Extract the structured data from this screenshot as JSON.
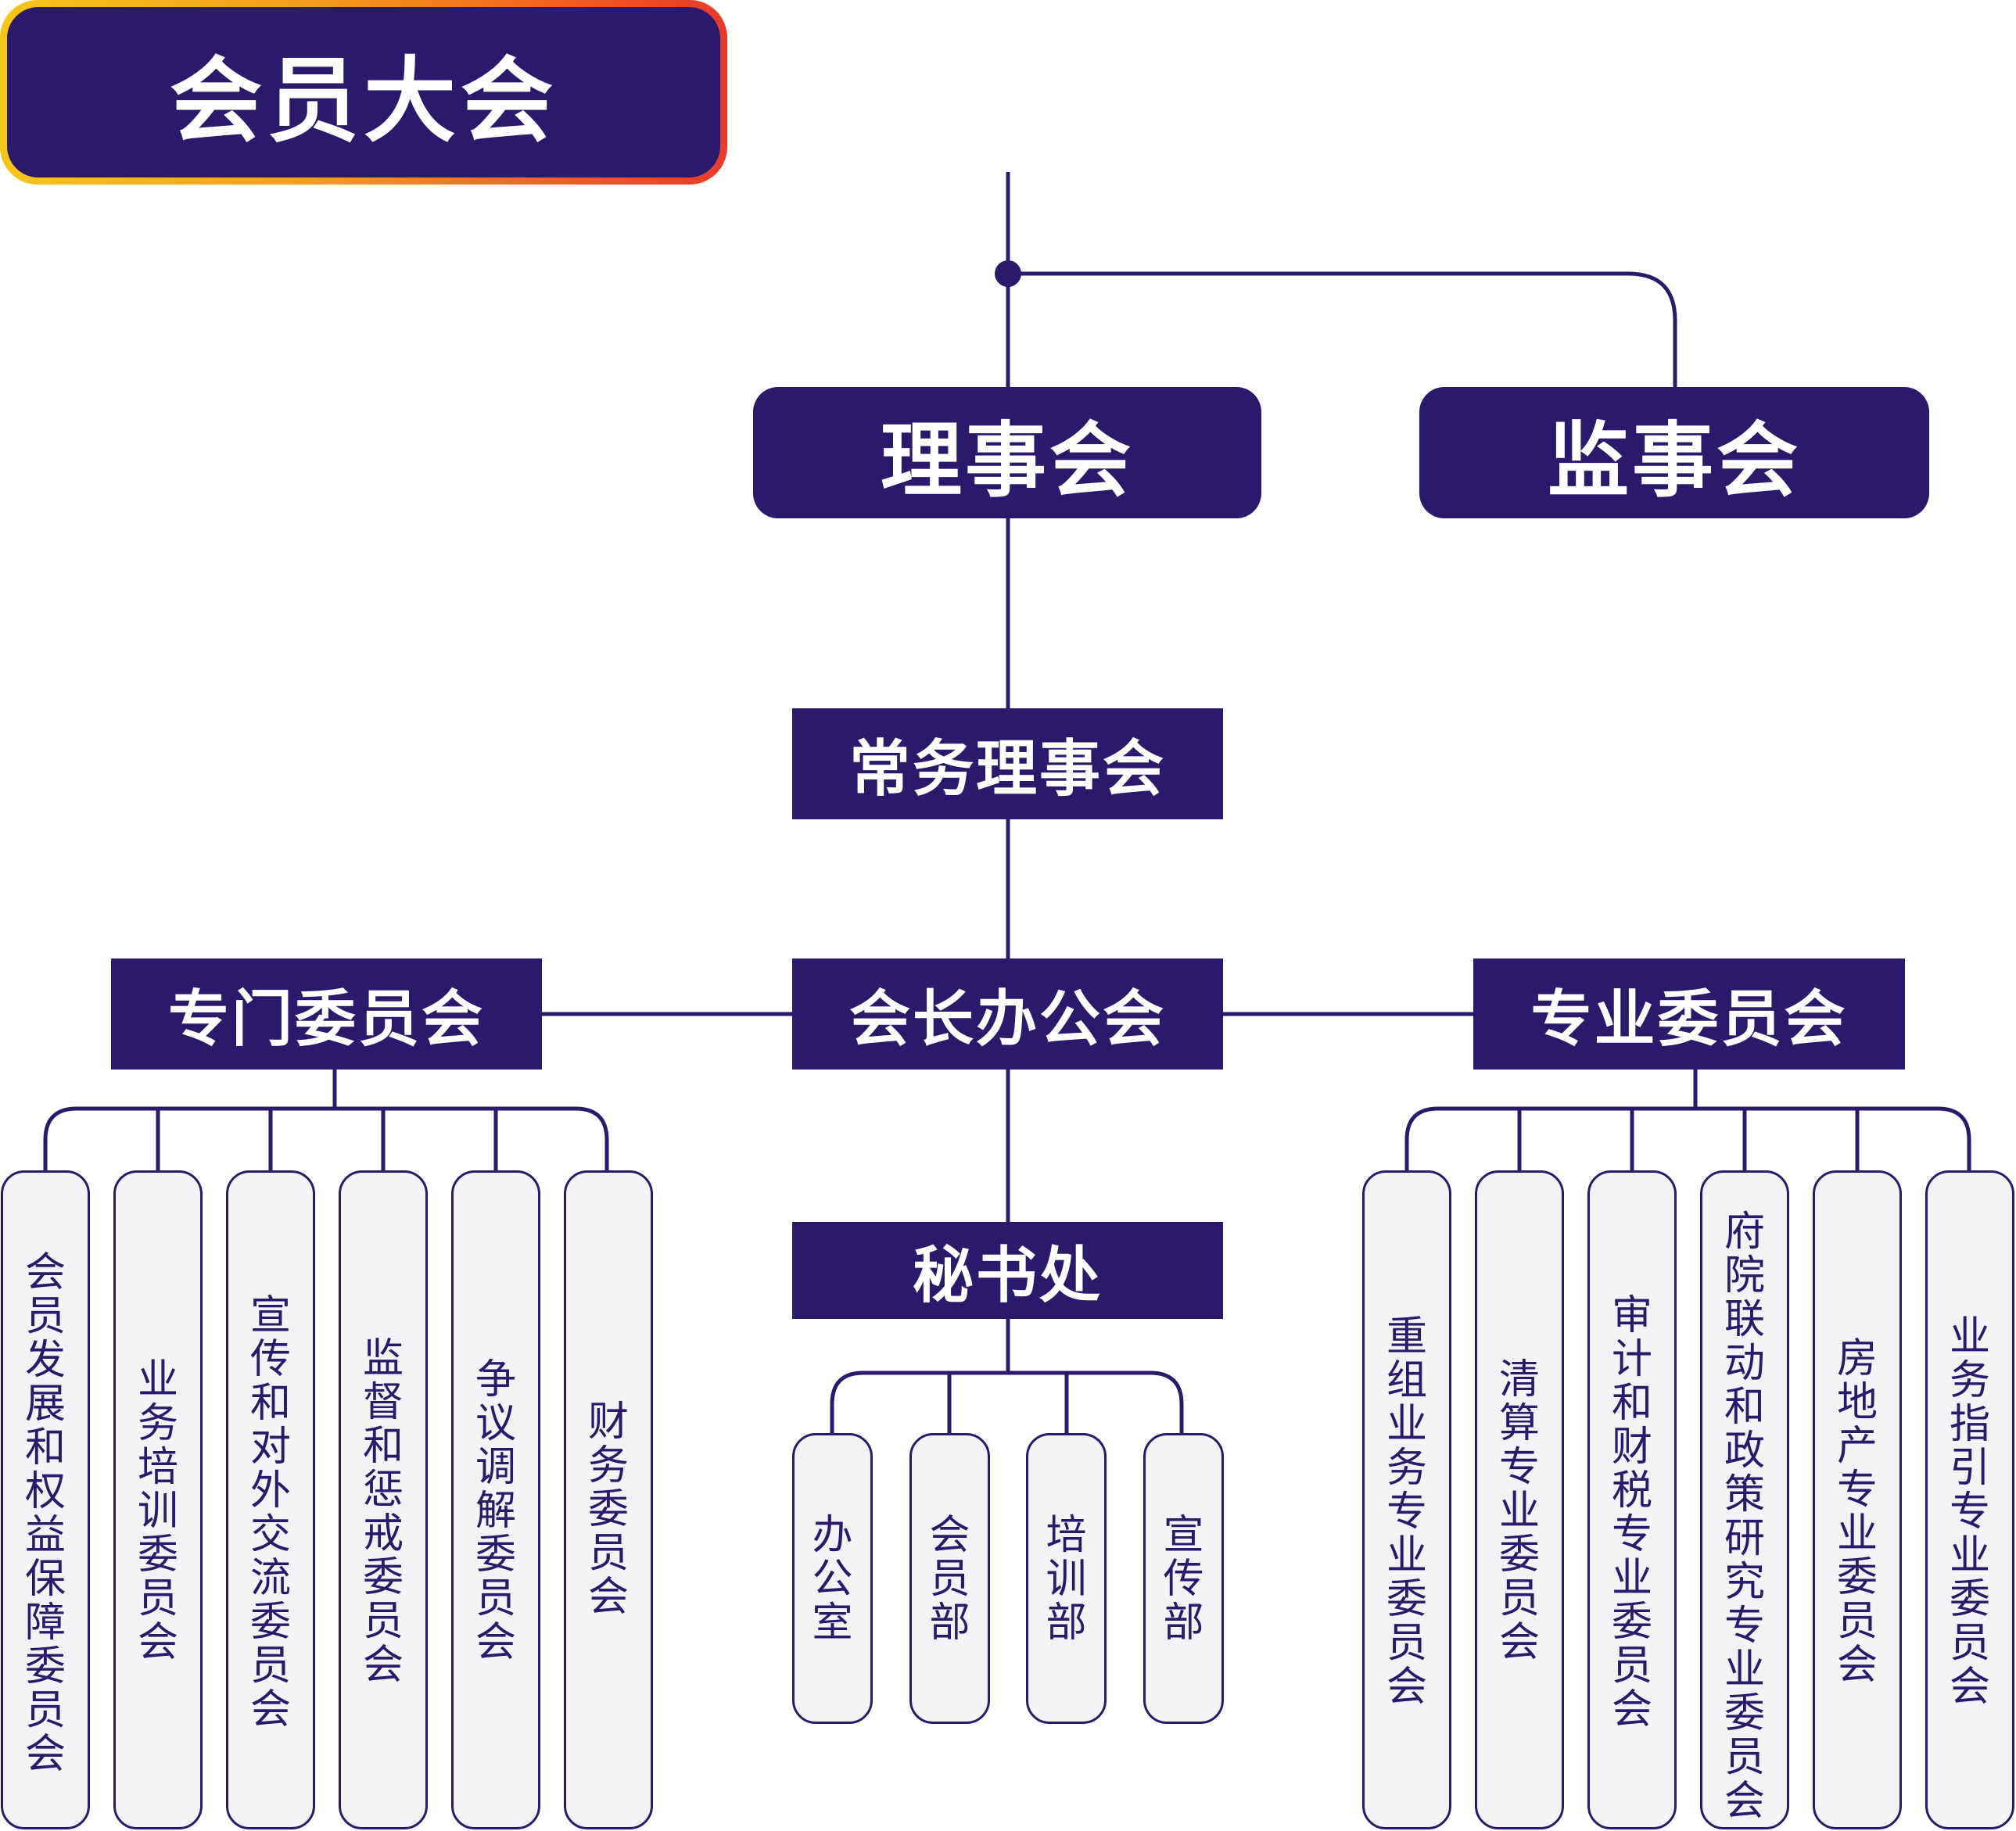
{
  "title": "会员大会",
  "level2": {
    "board": "理事会",
    "supervisors": "监事会"
  },
  "standing_council": "常务理事会",
  "president_office": "会长办公会",
  "special_committees": {
    "title": "专门委员会",
    "items": [
      "会员发展和权益保障委员会",
      "业务培训委员会",
      "宣传和对外交流委员会",
      "监督和惩戒委员会",
      "争议调解委员会",
      "财务委员会"
    ]
  },
  "professional_committees": {
    "title": "专业委员会",
    "items": [
      "重组业务专业委员会",
      "清算专业委员会",
      "审计和财税专业委员会",
      "府院联动和政策研究专业委员会",
      "房地产专业委员会",
      "业务指引专业委员会"
    ]
  },
  "secretariat": {
    "title": "秘书处",
    "items": [
      "办公室",
      "会员部",
      "培训部",
      "宣传部"
    ]
  },
  "colors": {
    "primary": "#2b1a6b",
    "pill_bg": "#f3f2f5"
  }
}
